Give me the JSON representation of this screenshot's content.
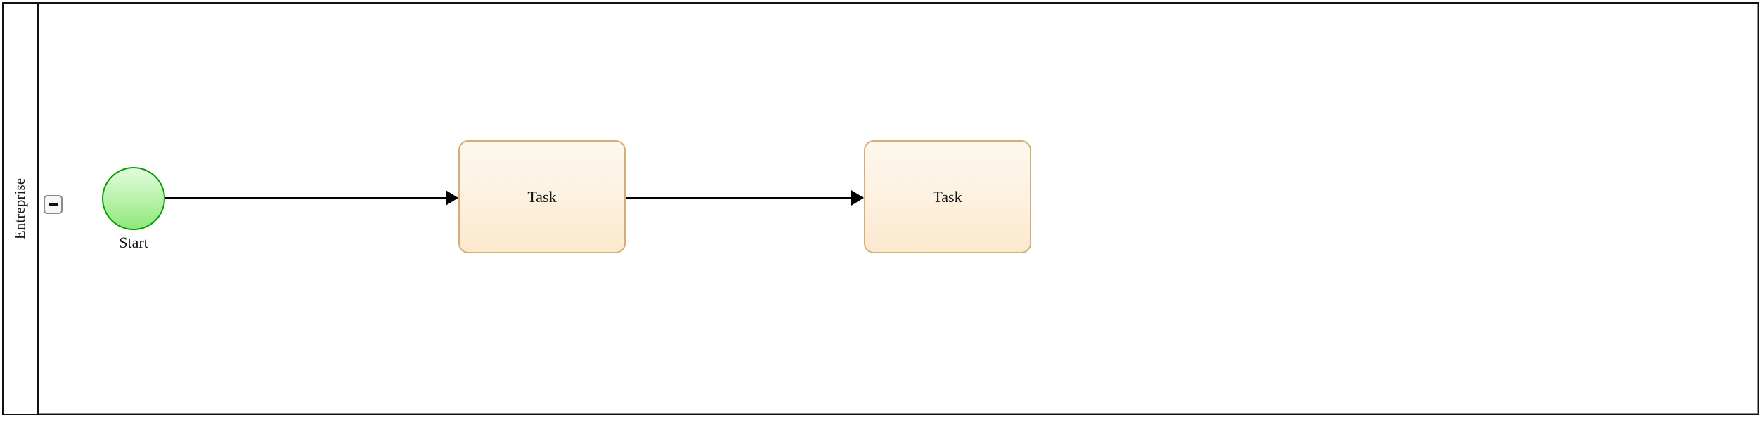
{
  "diagram": {
    "type": "bpmn-process",
    "pool": {
      "lane_label": "Entreprise",
      "collapse_toggle": {
        "icon": "minus-icon",
        "state": "expanded"
      }
    },
    "nodes": [
      {
        "id": "start-event",
        "kind": "start-event",
        "label": "Start",
        "shape": "circle",
        "fill": "#b7f0a6",
        "stroke": "#00a000"
      },
      {
        "id": "task-1",
        "kind": "task",
        "label": "Task",
        "shape": "rounded-rect",
        "fill": "#fdf2e2",
        "stroke": "#d4ae78"
      },
      {
        "id": "task-2",
        "kind": "task",
        "label": "Task",
        "shape": "rounded-rect",
        "fill": "#fdf2e2",
        "stroke": "#d4ae78"
      }
    ],
    "flows": [
      {
        "id": "flow-1",
        "from": "start-event",
        "to": "task-1",
        "kind": "sequence-flow",
        "stroke": "#000000"
      },
      {
        "id": "flow-2",
        "from": "task-1",
        "to": "task-2",
        "kind": "sequence-flow",
        "stroke": "#000000"
      }
    ],
    "colors": {
      "pool_border": "#111111",
      "lane_divider": "#8c8c8c",
      "canvas_background": "#ffffff",
      "toggle_border": "#8a8a8a",
      "toggle_fill": "#f7f7f7"
    }
  }
}
